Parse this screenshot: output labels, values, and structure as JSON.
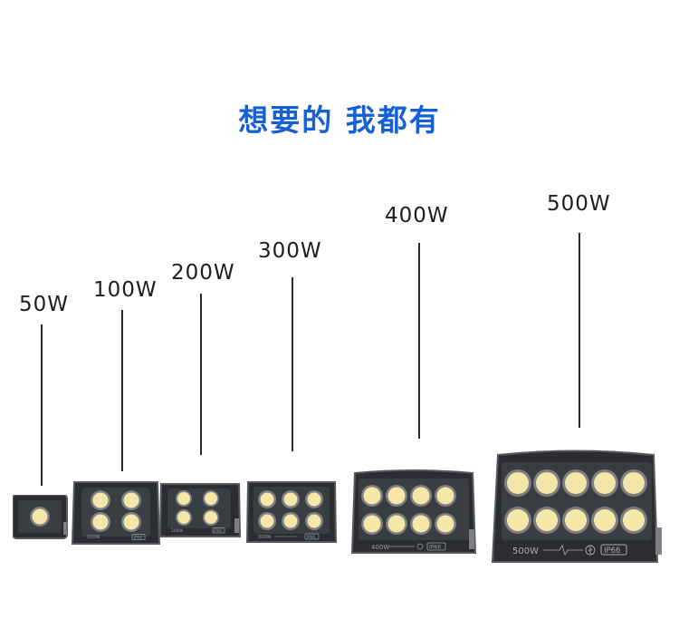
{
  "headline": "想要的 我都有",
  "colors": {
    "headline": "#1560d4",
    "housing": "#2b2d30",
    "housing_edge": "#55585c",
    "led": "#f4e7a8"
  },
  "products": [
    {
      "id": "50w",
      "label": "50W",
      "face_text": "",
      "badge": "",
      "leds": 1
    },
    {
      "id": "100w",
      "label": "100W",
      "face_text": "100W",
      "badge": "IP66",
      "leds": 4
    },
    {
      "id": "200w",
      "label": "200W",
      "face_text": "200W",
      "badge": "IP66",
      "leds": 4
    },
    {
      "id": "300w",
      "label": "300W",
      "face_text": "300W",
      "badge": "IP66",
      "leds": 6
    },
    {
      "id": "400w",
      "label": "400W",
      "face_text": "400W",
      "badge": "IP66",
      "leds": 8
    },
    {
      "id": "500w",
      "label": "500W",
      "face_text": "500W",
      "badge": "IP66",
      "leds": 10
    }
  ]
}
